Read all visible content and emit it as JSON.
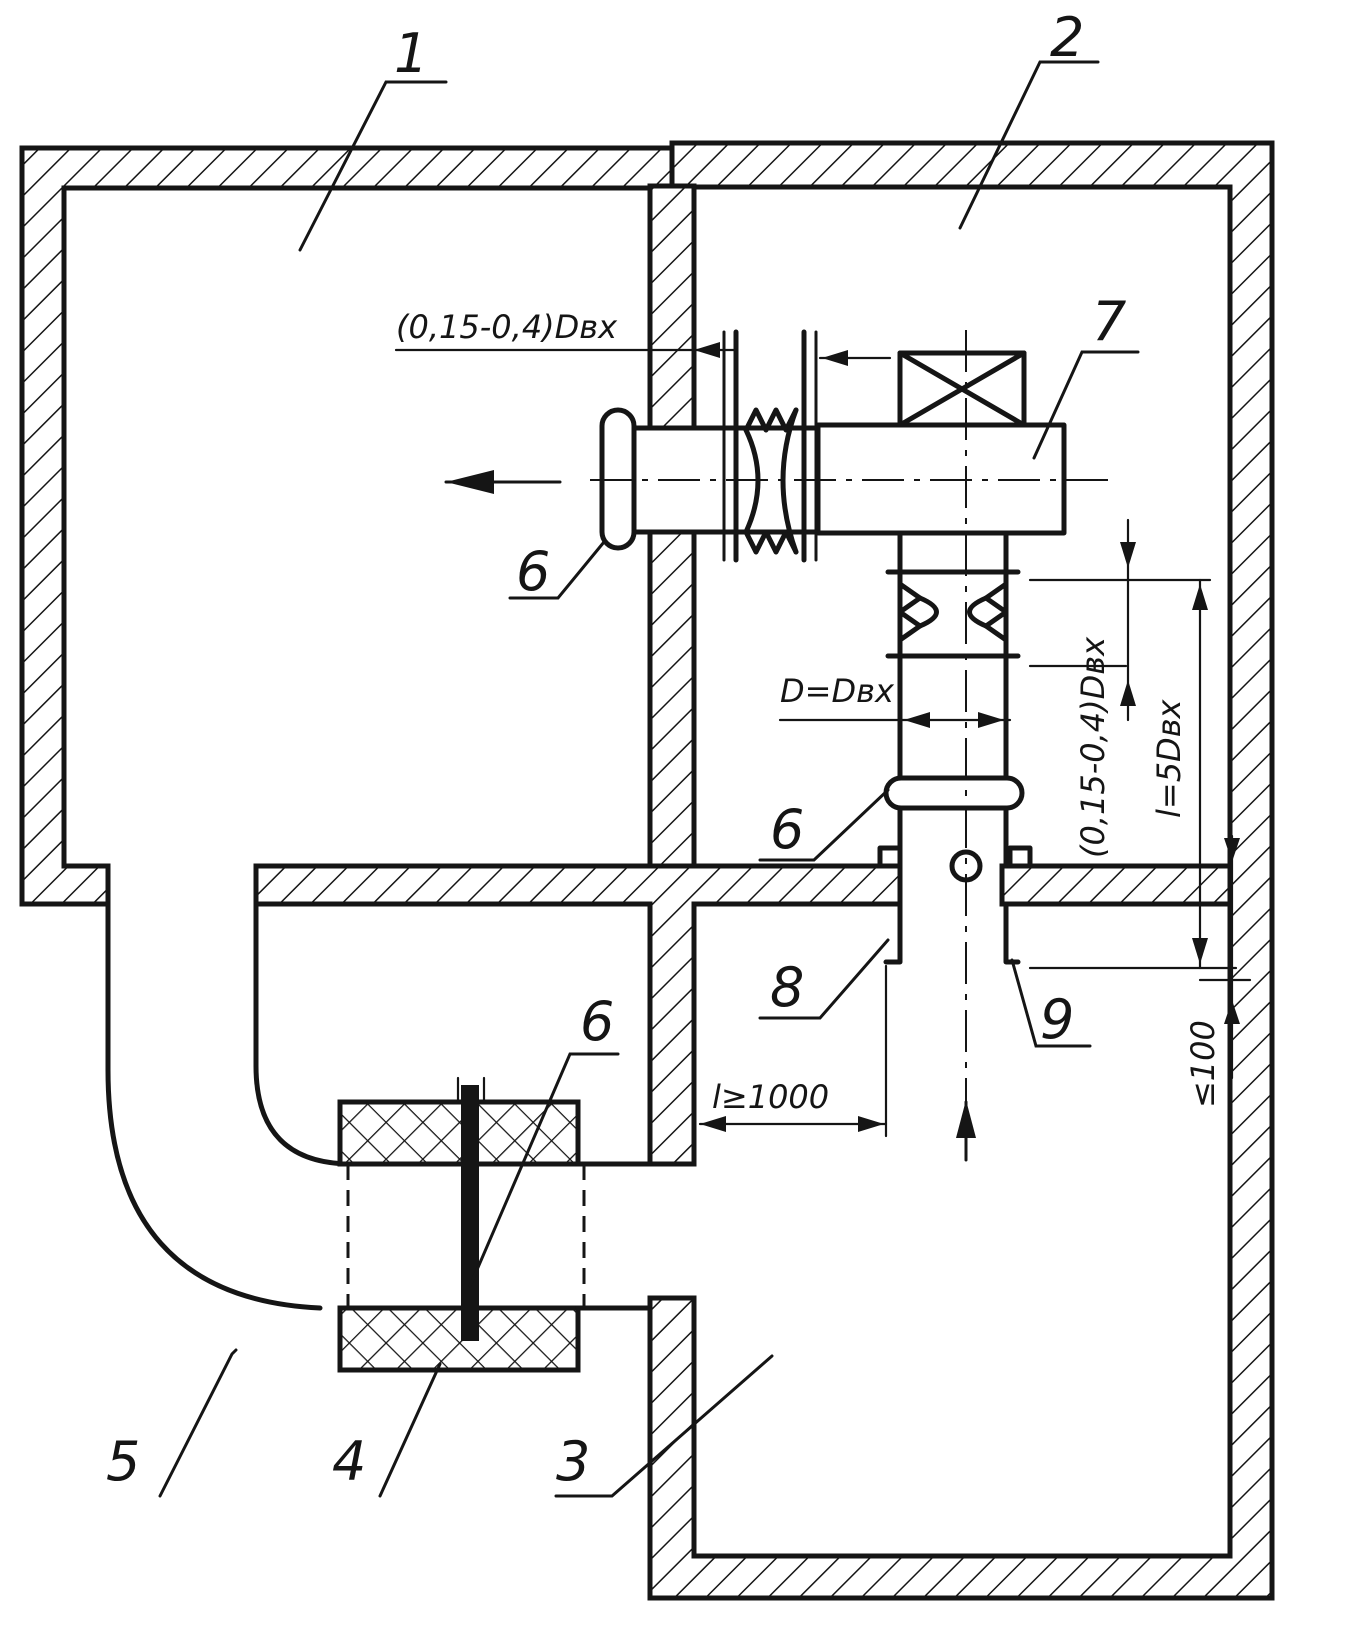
{
  "labels": {
    "n1": "1",
    "n2": "2",
    "n3": "3",
    "n4": "4",
    "n5": "5",
    "n6a": "6",
    "n6b": "6",
    "n6c": "6",
    "n7": "7",
    "n8": "8",
    "n9": "9"
  },
  "dimensions": {
    "gap_horizontal": "(0,15-0,4)Dвх",
    "gap_vertical": "(0,15-0,4)Dвх",
    "diameter": "D=Dвх",
    "length": "l=5Dвх",
    "distance": "l≥1000",
    "height": "≤100"
  }
}
